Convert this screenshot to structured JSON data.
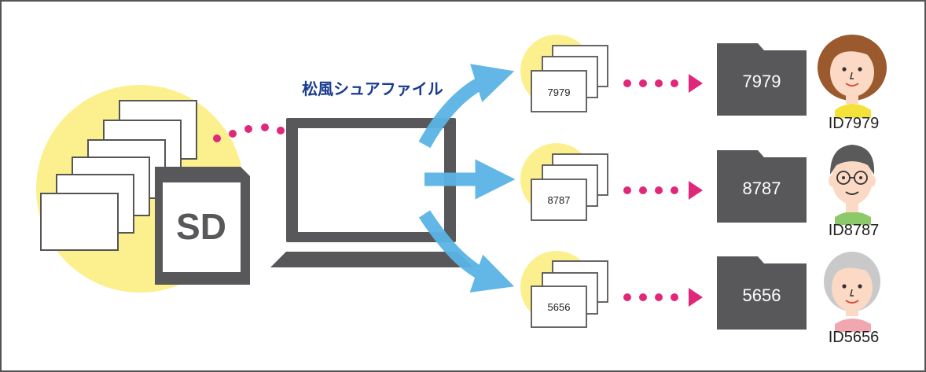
{
  "app_title": "松風シュアファイル",
  "sd_label": "SD",
  "colors": {
    "frame": "#555555",
    "highlight": "#fcf08e",
    "arrow_blue": "#5ab4e5",
    "dots_pink": "#e0287a",
    "folder": "#58575a"
  },
  "patients": [
    {
      "id": "7979",
      "label": "ID7979",
      "avatar": "woman-avatar"
    },
    {
      "id": "8787",
      "label": "ID8787",
      "avatar": "man-avatar"
    },
    {
      "id": "5656",
      "label": "ID5656",
      "avatar": "elderly-woman-avatar"
    }
  ]
}
